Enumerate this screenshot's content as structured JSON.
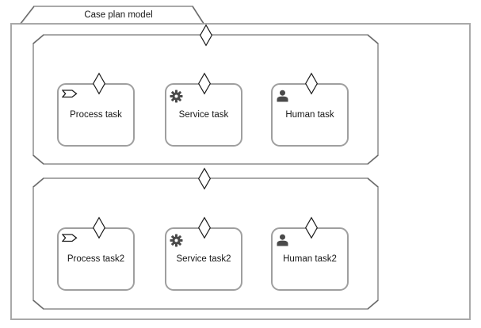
{
  "case_plan": {
    "title": "Case plan model",
    "stages": [
      {
        "entry_criterion": true,
        "tasks": [
          {
            "label": "Process task",
            "icon": "process-chevron-icon",
            "entry_criterion": true
          },
          {
            "label": "Service task",
            "icon": "gear-icon",
            "entry_criterion": true
          },
          {
            "label": "Human task",
            "icon": "person-icon",
            "entry_criterion": true
          }
        ]
      },
      {
        "entry_criterion": true,
        "tasks": [
          {
            "label": "Process task2",
            "icon": "process-chevron-icon",
            "entry_criterion": true
          },
          {
            "label": "Service task2",
            "icon": "gear-icon",
            "entry_criterion": true
          },
          {
            "label": "Human task2",
            "icon": "person-icon",
            "entry_criterion": true
          }
        ]
      }
    ]
  },
  "colors": {
    "shape_line": "#a9a9a9",
    "corner_accent": "#5a5a5a",
    "sentry_stroke": "#1a1a1a",
    "icon_fill": "#4a4a4a",
    "text": "#161616",
    "background": "#ffffff"
  }
}
